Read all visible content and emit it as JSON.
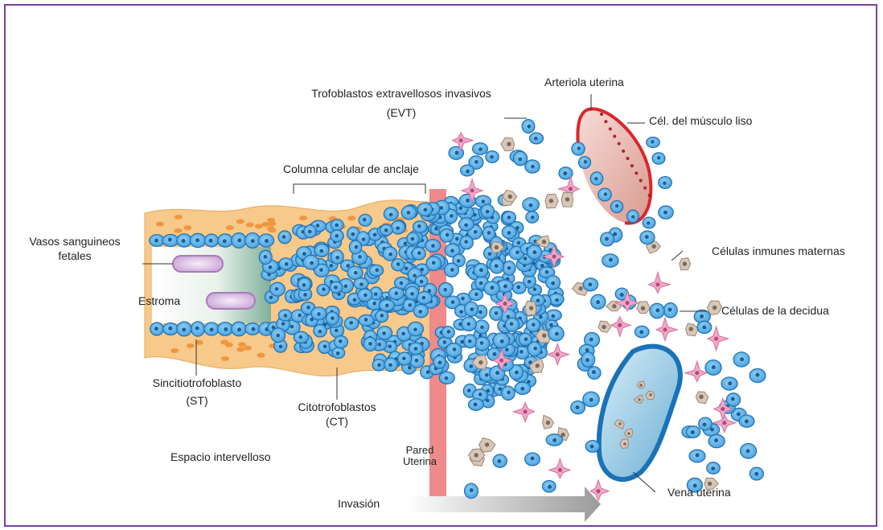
{
  "labels": {
    "evt_line1": "Trofoblastos extravellosos invasivos",
    "evt_line2": "(EVT)",
    "arteriola": "Arteriola uterina",
    "musculo_liso": "Cél. del músculo liso",
    "columna": "Columna celular de anclaje",
    "vasos_line1": "Vasos sanguineos",
    "vasos_line2": "fetales",
    "inmunes": "Células inmunes maternas",
    "estroma": "Estroma",
    "decidua": "Células de la decidua",
    "st_line1": "Sincitiotrofoblasto",
    "st_line2": "(ST)",
    "ct_line1": "Citotrofoblastos",
    "ct_line2": "(CT)",
    "pared_line1": "Pared",
    "pared_line2": "Uterina",
    "espacio": "Espacio intervelloso",
    "vena": "Vena uterina",
    "invasion": "Invasión"
  },
  "colors": {
    "frame": "#7b3fa0",
    "syncytio": "#f7c98a",
    "cyto": "#5aaee6",
    "cyto_edge": "#1f6fb0",
    "wall": "#ee8a8a",
    "decidual": "#d8c6b6",
    "immune": "#f2a7c8",
    "vein_edge": "#1a72b8",
    "artery_edge": "#d9262c"
  }
}
